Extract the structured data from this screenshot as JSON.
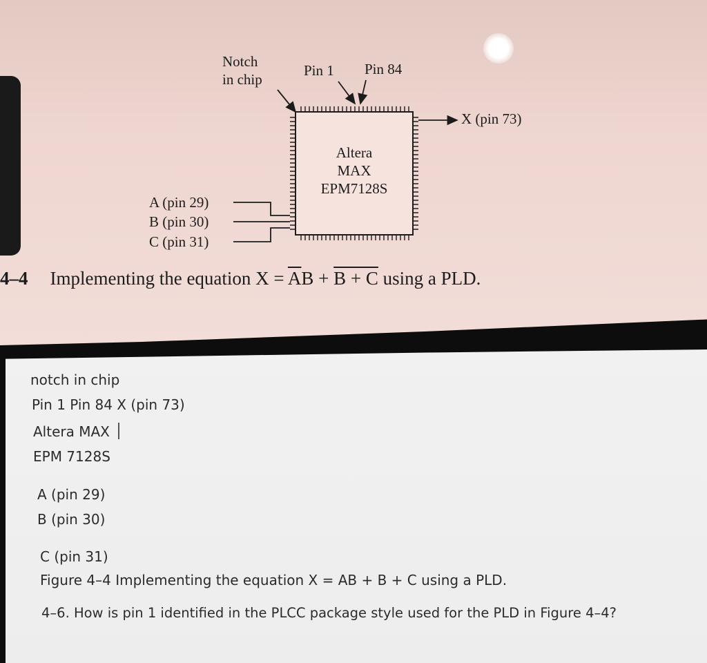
{
  "figure": {
    "notch_line1": "Notch",
    "notch_line2": "in chip",
    "pin1": "Pin 1",
    "pin84": "Pin 84",
    "output": "X (pin 73)",
    "chip_line1": "Altera",
    "chip_line2": "MAX",
    "chip_line3": "EPM7128S",
    "input_a": "A (pin 29)",
    "input_b": "B (pin 30)",
    "input_c": "C (pin 31)",
    "caption_prefix": "4–4",
    "caption_text": "Implementing the equation X = ",
    "caption_a": "A",
    "caption_b1": "B + ",
    "caption_overbar": "B + C",
    "caption_suffix": " using a PLD."
  },
  "text": {
    "line1": "notch in chip",
    "line2": "Pin 1 Pin 84 X (pin 73)",
    "line3": "Altera MAX",
    "line4": "EPM 7128S",
    "line5": "A (pin 29)",
    "line6": "B (pin 30)",
    "line7": "C (pin 31)",
    "line8": "Figure 4–4 Implementing the equation X = AB + B + C using a PLD.",
    "line9": "4–6. How is pin 1 identified in the PLCC package style used for the PLD in Figure 4–4?"
  }
}
